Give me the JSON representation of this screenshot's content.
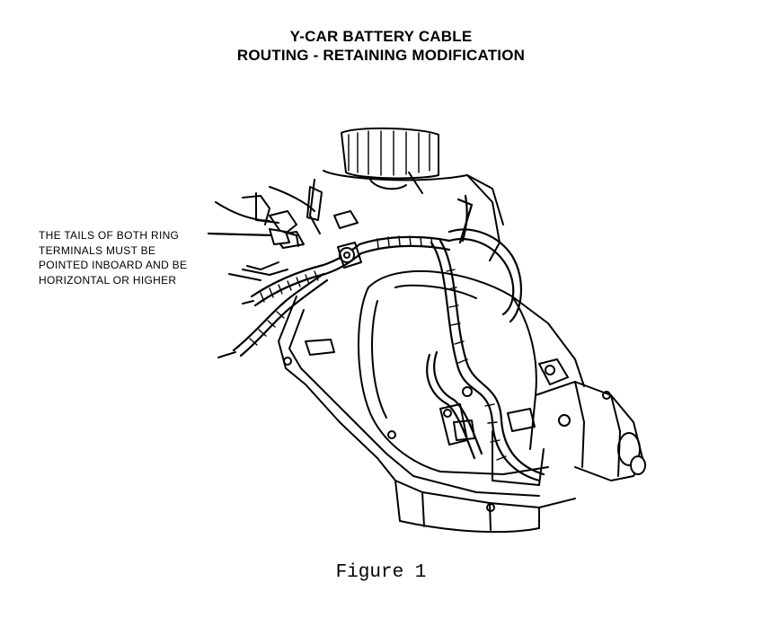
{
  "title": {
    "line1": "Y-CAR BATTERY CABLE",
    "line2": "ROUTING - RETAINING MODIFICATION"
  },
  "callout": {
    "lines": [
      "THE TAILS OF BOTH RING",
      "TERMINALS MUST BE",
      "POINTED INBOARD AND BE",
      "HORIZONTAL OR HIGHER"
    ]
  },
  "caption": "Figure 1"
}
